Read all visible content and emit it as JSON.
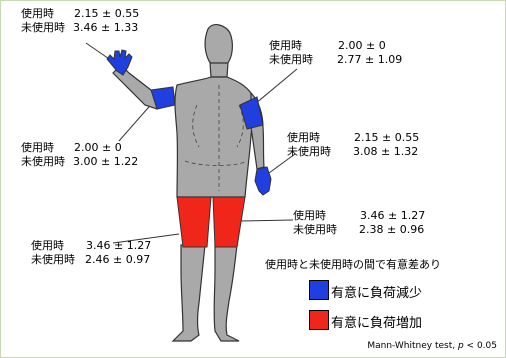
{
  "colors": {
    "decrease": "#1f3fe0",
    "increase": "#f0261b",
    "body": "#a9a9a9",
    "outline": "#333333"
  },
  "annotations": {
    "hand_left": {
      "use_label": "使用時",
      "use_value": "2.15 ± 0.55",
      "nonuse_label": "未使用時",
      "nonuse_value": "3.46 ± 1.33"
    },
    "upper_arm_right": {
      "use_label": "使用時",
      "use_value": "2.00 ± 0",
      "nonuse_label": "未使用時",
      "nonuse_value": "2.77 ± 1.09"
    },
    "upper_arm_left": {
      "use_label": "使用時",
      "use_value": "2.00 ± 0",
      "nonuse_label": "未使用時",
      "nonuse_value": "3.00 ± 1.22"
    },
    "hand_right": {
      "use_label": "使用時",
      "use_value": "2.15 ± 0.55",
      "nonuse_label": "未使用時",
      "nonuse_value": "3.08 ± 1.32"
    },
    "thigh_right": {
      "use_label": "使用時",
      "use_value": "3.46 ± 1.27",
      "nonuse_label": "未使用時",
      "nonuse_value": "2.38 ± 0.96"
    },
    "thigh_left": {
      "use_label": "使用時",
      "use_value": "3.46 ± 1.27",
      "nonuse_label": "未使用時",
      "nonuse_value": "2.46 ± 0.97"
    }
  },
  "legend": {
    "title": "使用時と未使用時の間で有意差あり",
    "decrease_label": "有意に負荷減少",
    "increase_label": "有意に負荷増加"
  },
  "footnote": {
    "test": "Mann-Whitney test, ",
    "p": "p",
    "threshold": " < 0.05"
  }
}
